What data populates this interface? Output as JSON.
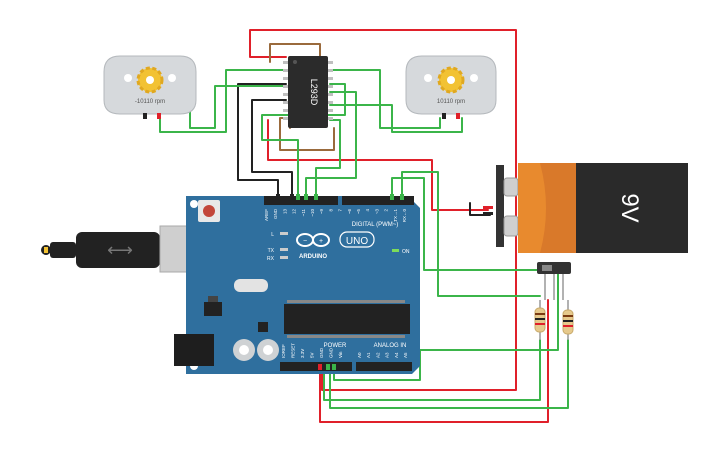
{
  "circuit": {
    "motor_left": {
      "rpm_label": "-10110 rpm"
    },
    "motor_right": {
      "rpm_label": "10110 rpm"
    },
    "driver_chip": {
      "label": "L293D"
    },
    "battery": {
      "label": "9V"
    },
    "arduino": {
      "brand": "ARDUINO",
      "model": "UNO",
      "digital_header_label": "DIGITAL (PWM~)",
      "power_label": "POWER",
      "analog_label": "ANALOG IN",
      "on_label": "ON",
      "led_labels": [
        "L",
        "TX",
        "RX"
      ],
      "digital_pins": [
        "AREF",
        "GND",
        "13",
        "12",
        "~11",
        "~10",
        "~9",
        "8",
        "7",
        "~6",
        "~5",
        "4",
        "~3",
        "2",
        "TX→1",
        "RX←0"
      ],
      "power_pins": [
        "IOREF",
        "RESET",
        "3.3V",
        "5V",
        "GND",
        "GND",
        "Vin"
      ],
      "analog_pins": [
        "A0",
        "A1",
        "A2",
        "A3",
        "A4",
        "A5"
      ]
    },
    "colors": {
      "wire_red": "#e0202a",
      "wire_green": "#3bb54a",
      "wire_black": "#222222",
      "wire_brown": "#9a6a3c",
      "board": "#2f6f9e",
      "battery_orange": "#e88a2e"
    }
  }
}
